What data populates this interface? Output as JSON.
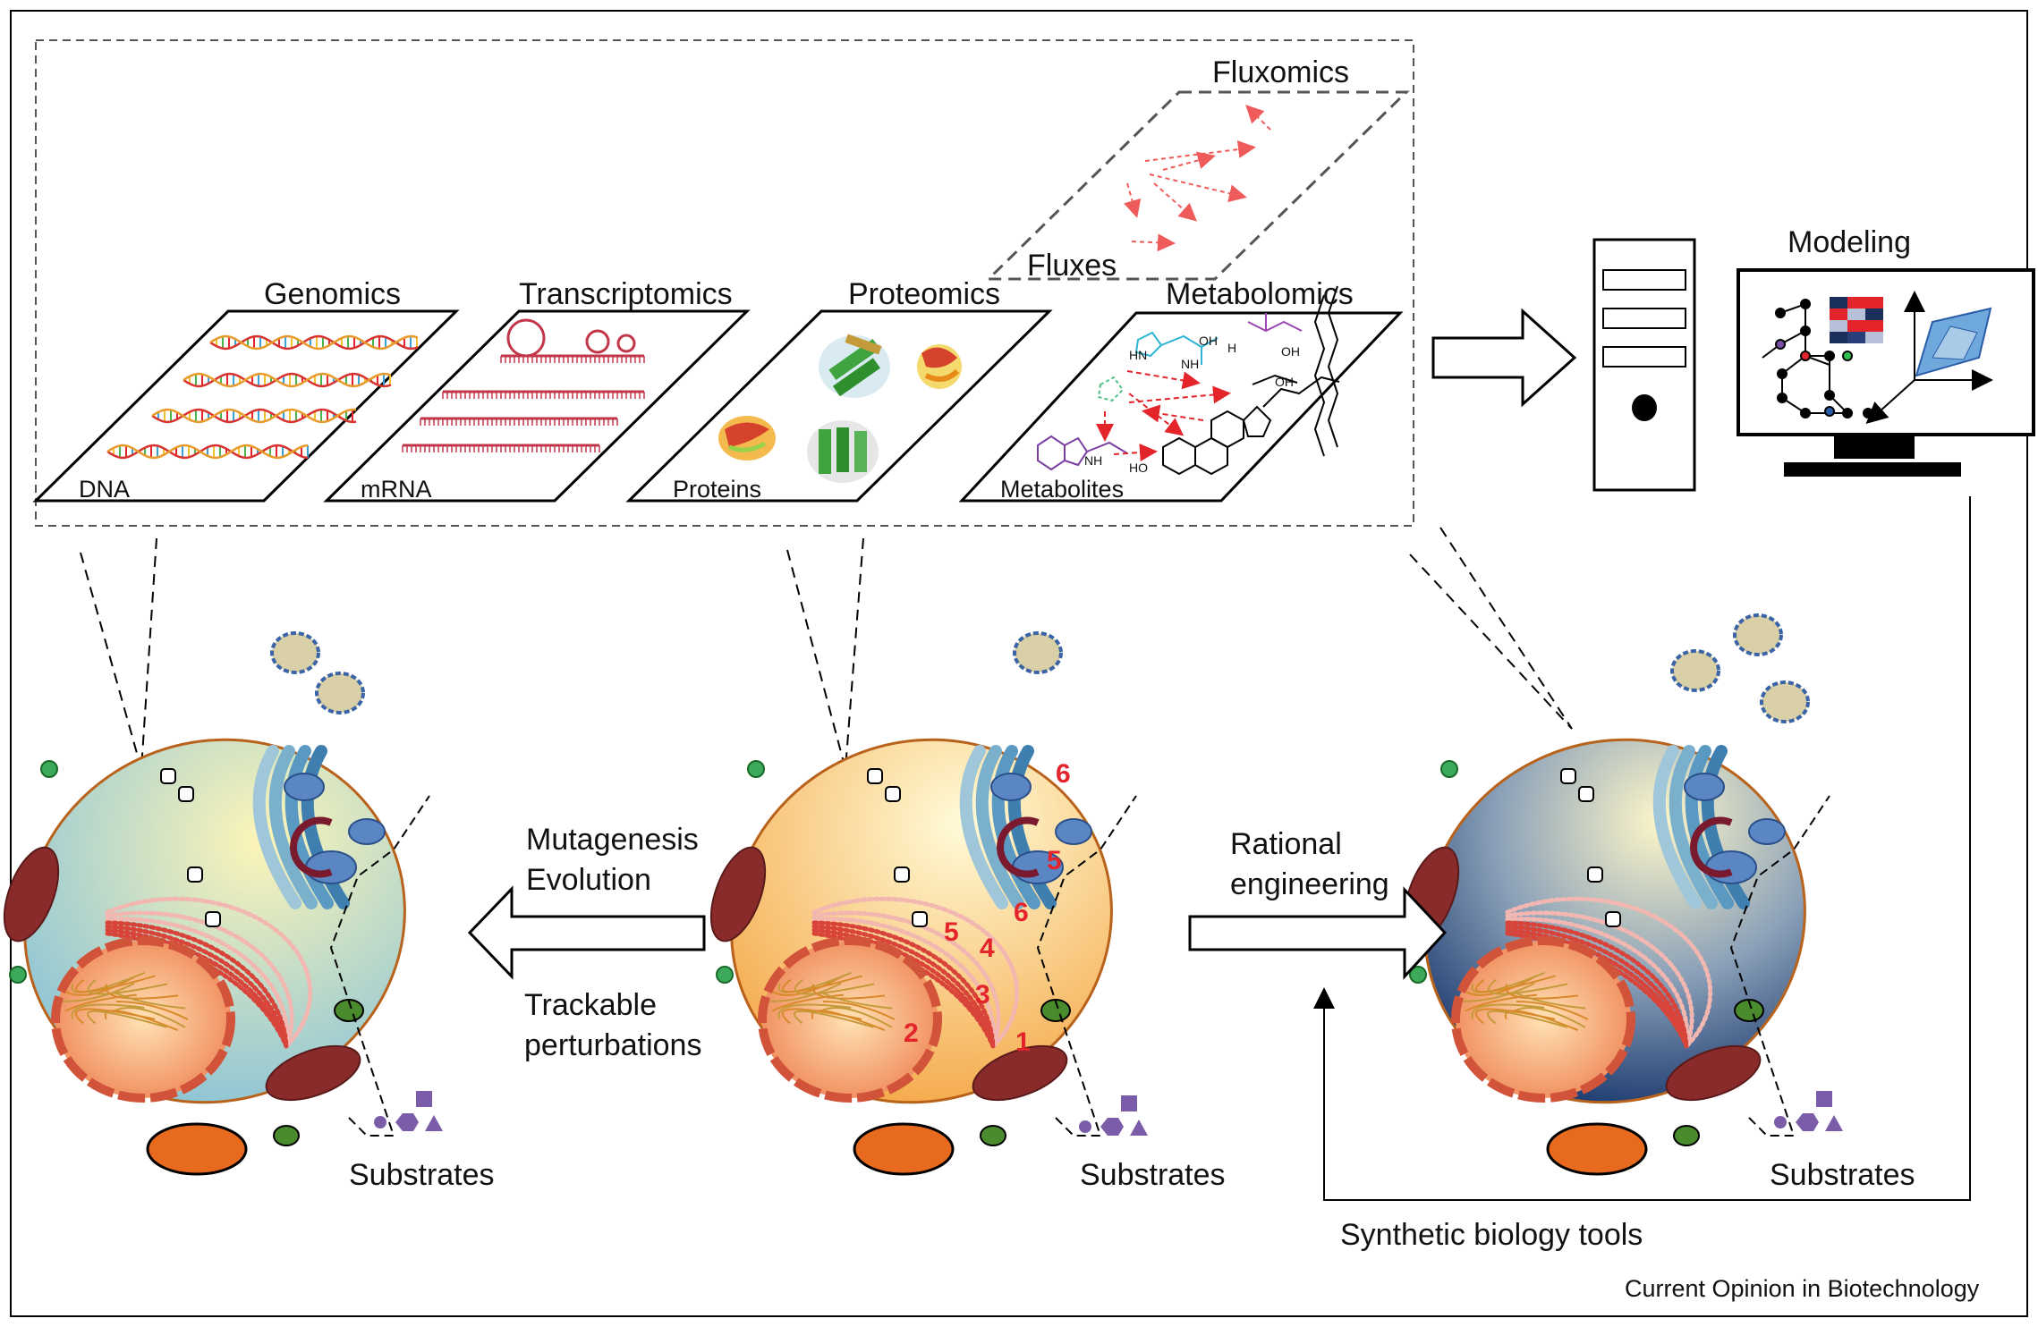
{
  "omics": {
    "genomics": "Genomics",
    "dna": "DNA",
    "transcriptomics": "Transcriptomics",
    "mrna": "mRNA",
    "proteomics": "Proteomics",
    "proteins": "Proteins",
    "metabolomics": "Metabolomics",
    "metabolites": "Metabolites",
    "fluxomics": "Fluxomics",
    "fluxes": "Fluxes"
  },
  "modeling": "Modeling",
  "arrows": {
    "mutagenesis": "Mutagenesis",
    "evolution": "Evolution",
    "trackable": "Trackable",
    "perturbations": "perturbations",
    "rational": "Rational",
    "engineering": "engineering",
    "synthetic": "Synthetic biology tools"
  },
  "substrates": "Substrates",
  "footer": "Current Opinion in Biotechnology",
  "sites": [
    "1",
    "2",
    "3",
    "4",
    "5",
    "5",
    "6",
    "6"
  ],
  "molecule_labels": {
    "oh1": "OH",
    "oh2": "OH",
    "oh3": "OH",
    "ho": "HO",
    "nh2a": "NH",
    "nh2b": "NH",
    "h3c": "H",
    "hn": "HN"
  },
  "colors": {
    "cell_left": "#a9d3df",
    "cell_center": "#f6c25a",
    "cell_right": "#27467a",
    "dna_red": "#d8332f",
    "flux_red": "#ef5b5b",
    "mrna": "#c2364a"
  }
}
